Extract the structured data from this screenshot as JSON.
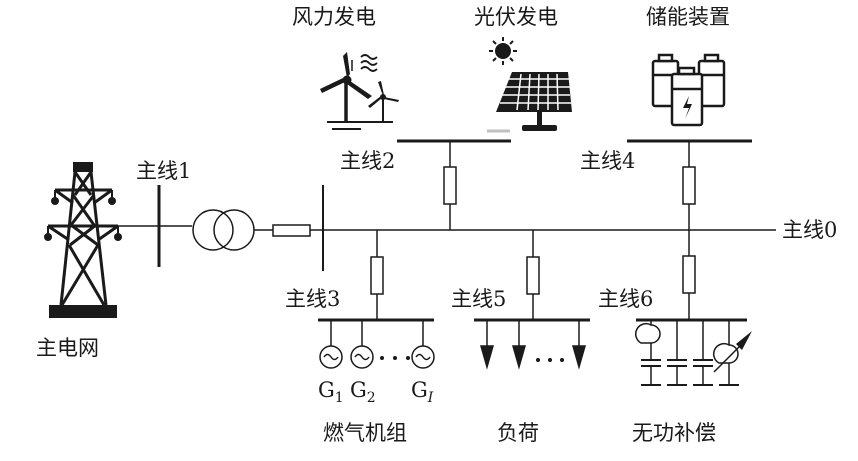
{
  "title": "微电网结构示意图",
  "labels": {
    "main_grid": "主电网",
    "bus1": "主线1",
    "bus0": "主线0",
    "bus2": "主线2",
    "bus3": "主线3",
    "bus4": "主线4",
    "bus5": "主线5",
    "bus6": "主线6",
    "wind": "风力发电",
    "pv": "光伏发电",
    "storage": "储能装置",
    "gas": "燃气机组",
    "load": "负荷",
    "reactive": "无功补偿"
  },
  "generators": [
    {
      "letter": "G",
      "index": "1"
    },
    {
      "letter": "G",
      "index": "2"
    },
    {
      "letter": "G",
      "index": "I"
    }
  ],
  "ellipsis": "···",
  "colors": {
    "line": "#1a1a1a",
    "pv_dash": "#c0c0c0"
  }
}
